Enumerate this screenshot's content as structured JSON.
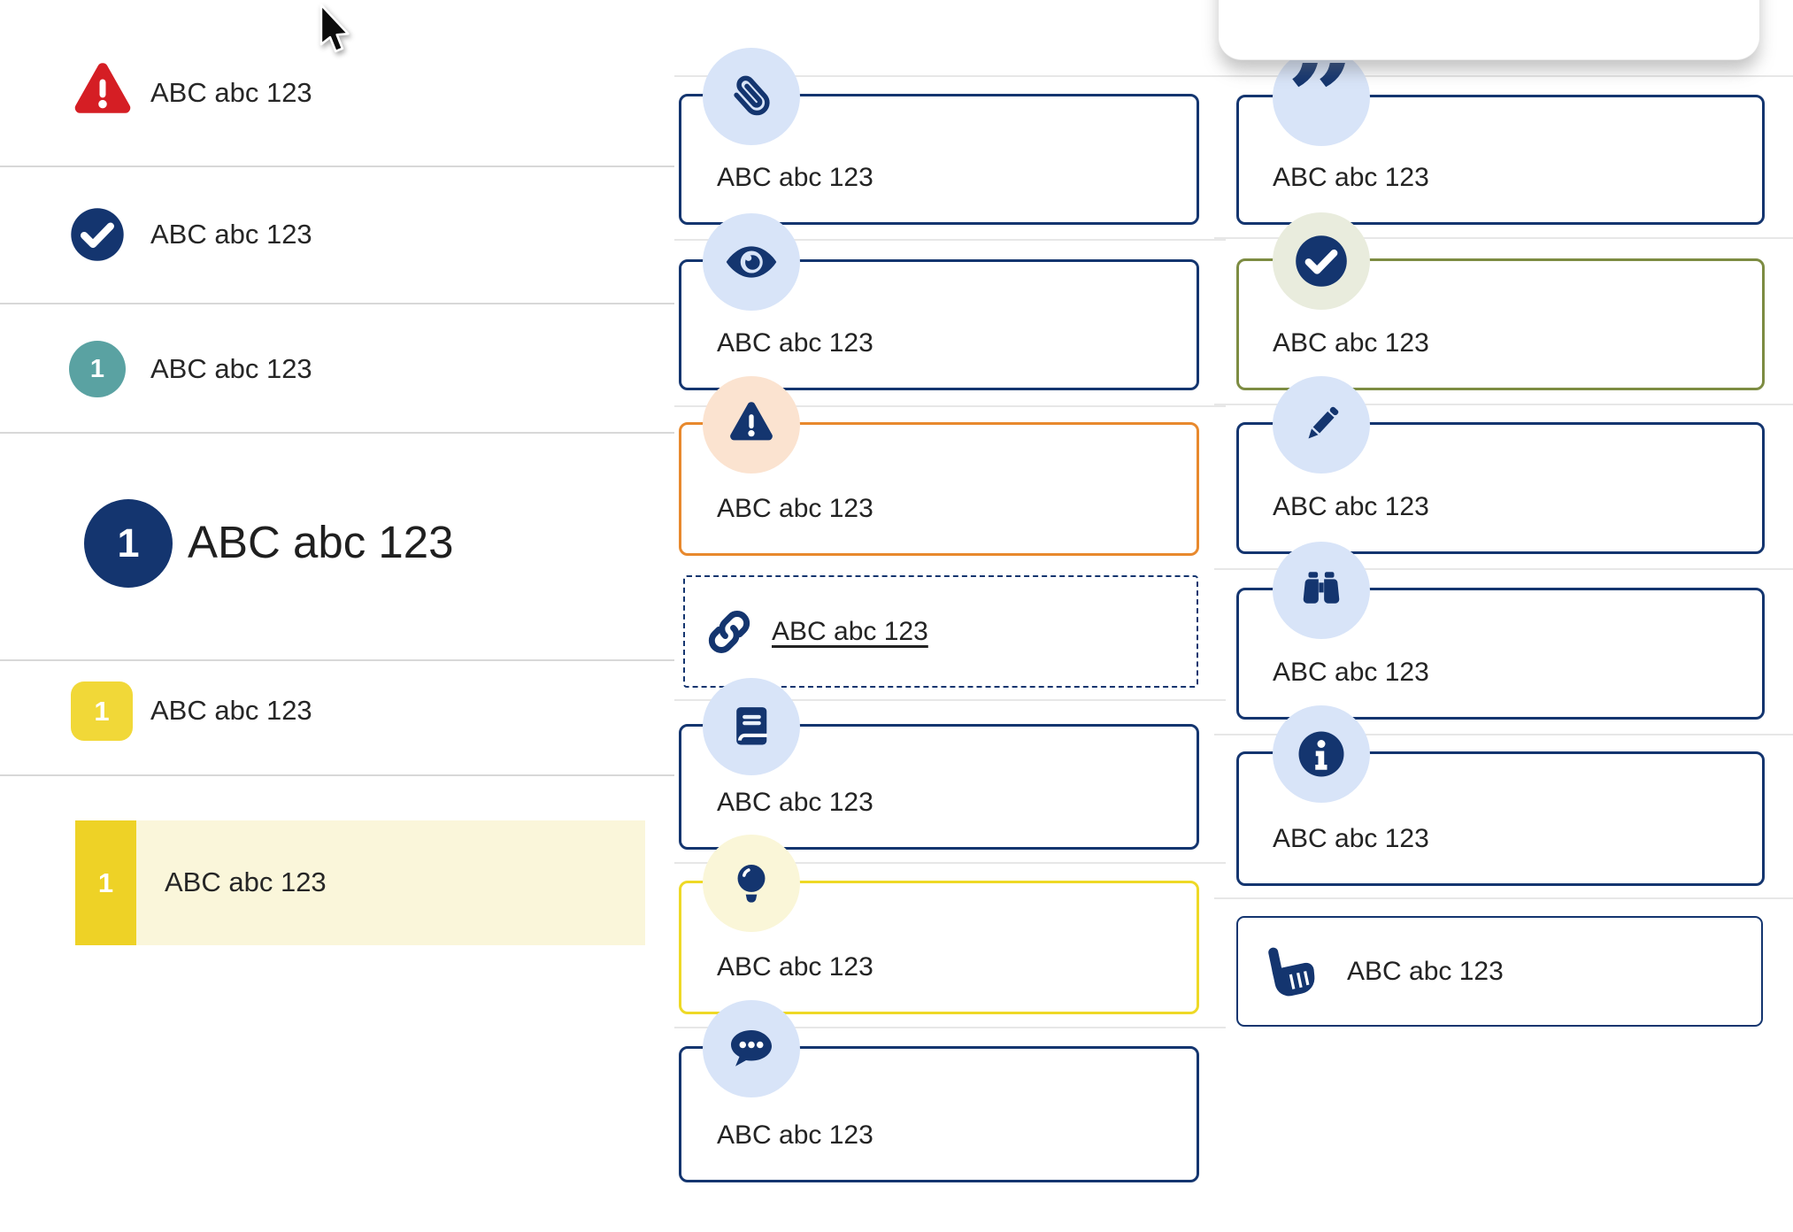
{
  "colors": {
    "navy": "#14356f",
    "light_blue_circle": "#d8e4f8",
    "peach_circle": "#fbe3d0",
    "pale_yellow_circle": "#faf6d8",
    "pale_green_circle": "#e9ecdd",
    "orange_border": "#e8892d",
    "yellow_border": "#eed926",
    "olive_border": "#7d8c42",
    "alert_red": "#d51e24",
    "teal_badge": "#5aa2a2",
    "yellow_badge": "#f1d838",
    "highlight_bar_yellow": "#eed226",
    "highlight_row_bg": "#faf6da",
    "divider_gray": "#d8d8d8",
    "text_dark": "#232323"
  },
  "cursor": {
    "icon": "arrow-cursor"
  },
  "left_list": {
    "items": [
      {
        "icon": "warning-triangle-icon",
        "label": "ABC abc 123"
      },
      {
        "icon": "check-circle-icon",
        "label": "ABC abc 123"
      },
      {
        "icon": "number-badge-teal",
        "badge": "1",
        "label": "ABC abc 123"
      },
      {
        "icon": "number-badge-navy-large",
        "badge": "1",
        "label": "ABC abc 123"
      },
      {
        "icon": "number-badge-yellow",
        "badge": "1",
        "label": "ABC abc 123"
      },
      {
        "icon": "number-badge-yellow",
        "badge": "1",
        "label": "ABC abc 123",
        "highlighted": true
      }
    ]
  },
  "middle_column": {
    "cards": [
      {
        "icon": "paperclip-icon",
        "label": "ABC abc 123",
        "variant": "navy"
      },
      {
        "icon": "eye-icon",
        "label": "ABC abc 123",
        "variant": "navy"
      },
      {
        "icon": "warning-triangle-icon",
        "label": "ABC abc 123",
        "variant": "orange"
      },
      {
        "icon": "link-icon",
        "label": "ABC abc 123",
        "variant": "dashed-link"
      },
      {
        "icon": "book-icon",
        "label": "ABC abc 123",
        "variant": "navy"
      },
      {
        "icon": "lightbulb-icon",
        "label": "ABC abc 123",
        "variant": "yellow"
      },
      {
        "icon": "chat-bubble-icon",
        "label": "ABC abc 123",
        "variant": "navy"
      }
    ]
  },
  "right_column": {
    "cards": [
      {
        "icon": "quote-icon",
        "label": "ABC abc 123",
        "variant": "navy"
      },
      {
        "icon": "check-circle-icon",
        "label": "ABC abc 123",
        "variant": "olive"
      },
      {
        "icon": "pencil-icon",
        "label": "ABC abc 123",
        "variant": "navy"
      },
      {
        "icon": "binoculars-icon",
        "label": "ABC abc 123",
        "variant": "navy"
      },
      {
        "icon": "info-icon",
        "label": "ABC abc 123",
        "variant": "navy"
      },
      {
        "icon": "hand-pointer-icon",
        "label": "ABC abc 123",
        "variant": "navy-thin"
      }
    ]
  }
}
